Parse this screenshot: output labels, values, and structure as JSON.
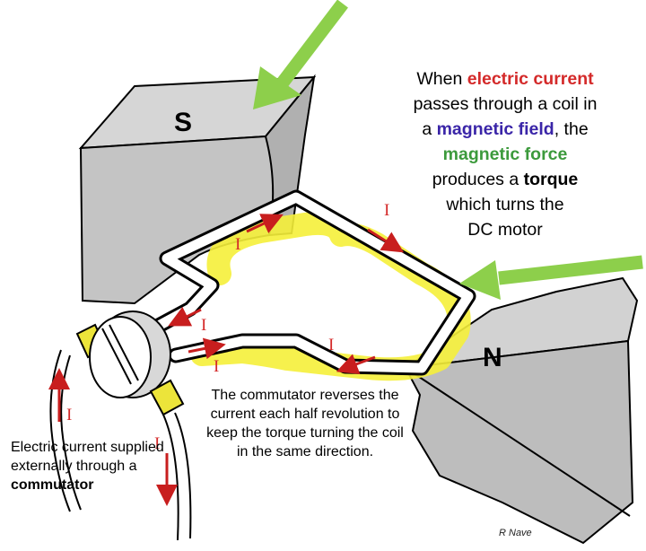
{
  "poles": {
    "south": "S",
    "north": "N"
  },
  "current_symbol": "I",
  "caption_main": {
    "t1": "When ",
    "k1": "electric current",
    "t2": "passes through a  coil in",
    "t3": "a ",
    "k2": "magnetic field",
    "t4": ", the",
    "k3": "magnetic force",
    "t5": "produces a ",
    "k4": "torque",
    "t6": "which turns the",
    "t7": "DC motor"
  },
  "caption_commutator": "The commutator reverses the current each half revolution to keep the torque turning the coil in the same direction.",
  "caption_supply": {
    "text": "Electric current supplied externally through a ",
    "keyword": "commutator"
  },
  "credit": "R Nave",
  "colors": {
    "current": "#d42a2a",
    "field": "#3a25a8",
    "force": "#3c9a3c",
    "magnet": "#c9c9c9",
    "arrow": "#8dcf4b",
    "glow": "#f5ef3a"
  }
}
